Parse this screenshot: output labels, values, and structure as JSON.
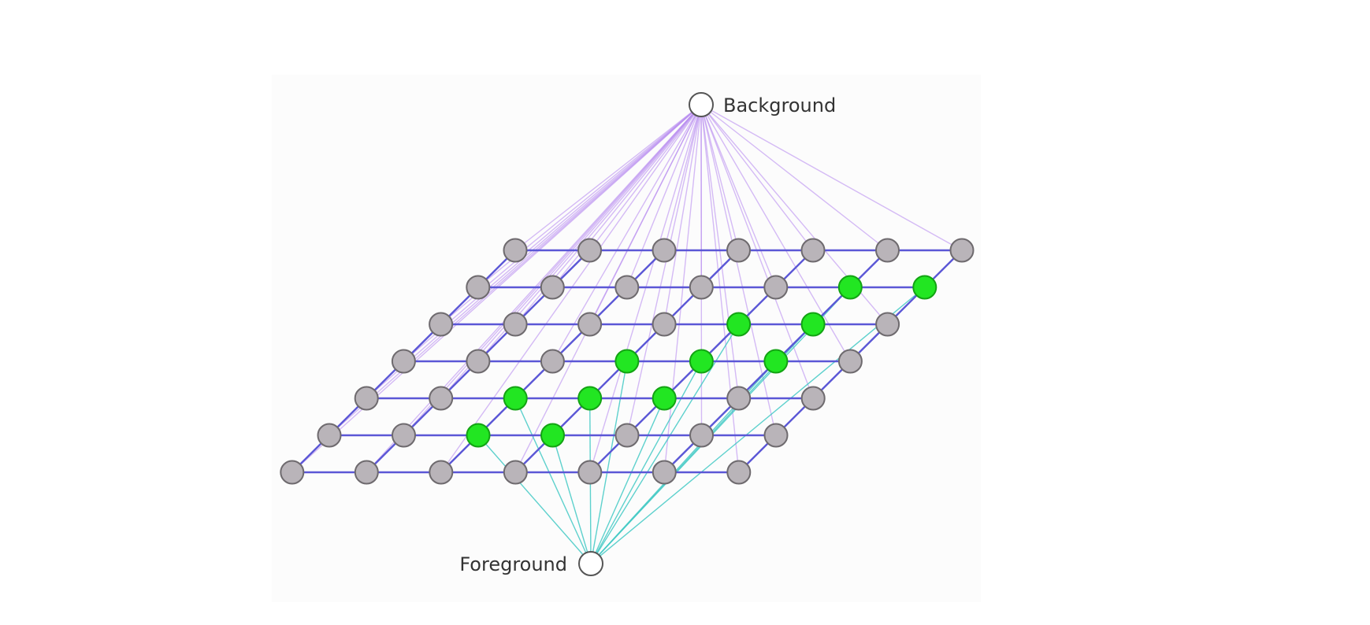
{
  "terminals": {
    "background": {
      "label": "Background"
    },
    "foreground": {
      "label": "Foreground"
    }
  },
  "grid": {
    "rows": 7,
    "cols": 7,
    "foreground_cells": [
      [
        1,
        5
      ],
      [
        1,
        6
      ],
      [
        2,
        4
      ],
      [
        2,
        5
      ],
      [
        3,
        3
      ],
      [
        3,
        4
      ],
      [
        3,
        5
      ],
      [
        4,
        2
      ],
      [
        4,
        3
      ],
      [
        4,
        4
      ],
      [
        5,
        2
      ],
      [
        5,
        3
      ]
    ]
  },
  "colors": {
    "node_fill": "#b9b4b9",
    "node_stroke": "#6e6a6e",
    "foreground_fill": "#22e622",
    "foreground_stroke": "#13a313",
    "grid_edge": "#5b57d6",
    "background_link": "#b98ef0",
    "foreground_link": "#42c9c4",
    "terminal_fill": "#ffffff",
    "terminal_stroke": "#555555"
  }
}
